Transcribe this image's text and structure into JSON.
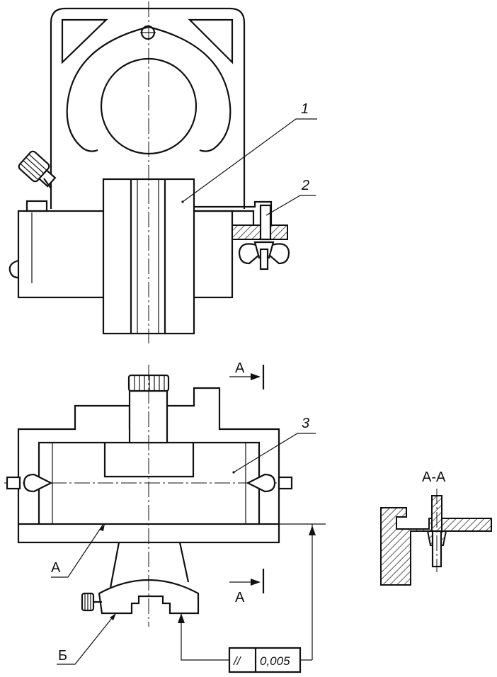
{
  "labels": {
    "part1": "1",
    "part2": "2",
    "part3": "3",
    "section_mark": "А",
    "section_title": "А-А",
    "datum_a": "А",
    "datum_b": "Б"
  },
  "tolerance": {
    "symbol": "//",
    "value": "0,005"
  }
}
